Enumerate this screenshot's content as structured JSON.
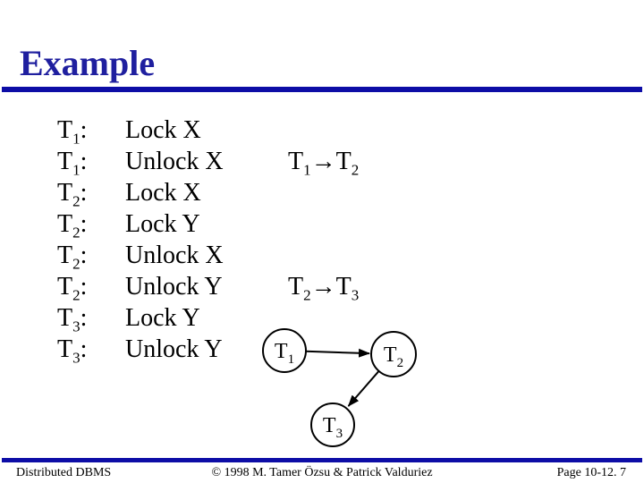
{
  "slide": {
    "title": "Example",
    "footer": {
      "left": "Distributed DBMS",
      "center": "© 1998 M. Tamer Özsu & Patrick Valduriez",
      "right": "Page 10-12. 7"
    }
  },
  "schedule": {
    "rows": [
      {
        "txn": "T",
        "sub": "1",
        "sep": ":",
        "action": "Lock X"
      },
      {
        "txn": "T",
        "sub": "1",
        "sep": ":",
        "action": "Unlock X"
      },
      {
        "txn": "T",
        "sub": "2",
        "sep": ":",
        "action": "Lock X"
      },
      {
        "txn": "T",
        "sub": "2",
        "sep": ":",
        "action": "Lock Y"
      },
      {
        "txn": "T",
        "sub": "2",
        "sep": ":",
        "action": "Unlock X"
      },
      {
        "txn": "T",
        "sub": "2",
        "sep": ":",
        "action": "Unlock Y"
      },
      {
        "txn": "T",
        "sub": "3",
        "sep": ":",
        "action": "Lock Y"
      },
      {
        "txn": "T",
        "sub": "3",
        "sep": ":",
        "action": "Unlock Y"
      }
    ]
  },
  "dependencies": [
    {
      "from": "T",
      "from_sub": "1",
      "arrow": "→",
      "to": "T",
      "to_sub": "2"
    },
    {
      "from": "T",
      "from_sub": "2",
      "arrow": "→",
      "to": "T",
      "to_sub": "3"
    }
  ],
  "graph": {
    "nodes": [
      {
        "id": "T1",
        "label": "T",
        "sub": "1"
      },
      {
        "id": "T2",
        "label": "T",
        "sub": "2"
      },
      {
        "id": "T3",
        "label": "T",
        "sub": "3"
      }
    ],
    "edges": [
      {
        "from": "T1",
        "to": "T2"
      },
      {
        "from": "T2",
        "to": "T3"
      }
    ]
  },
  "colors": {
    "title": "#1F1F9F",
    "rule": "#0D0DA6",
    "text": "#000000",
    "background": "#FFFFFF"
  }
}
